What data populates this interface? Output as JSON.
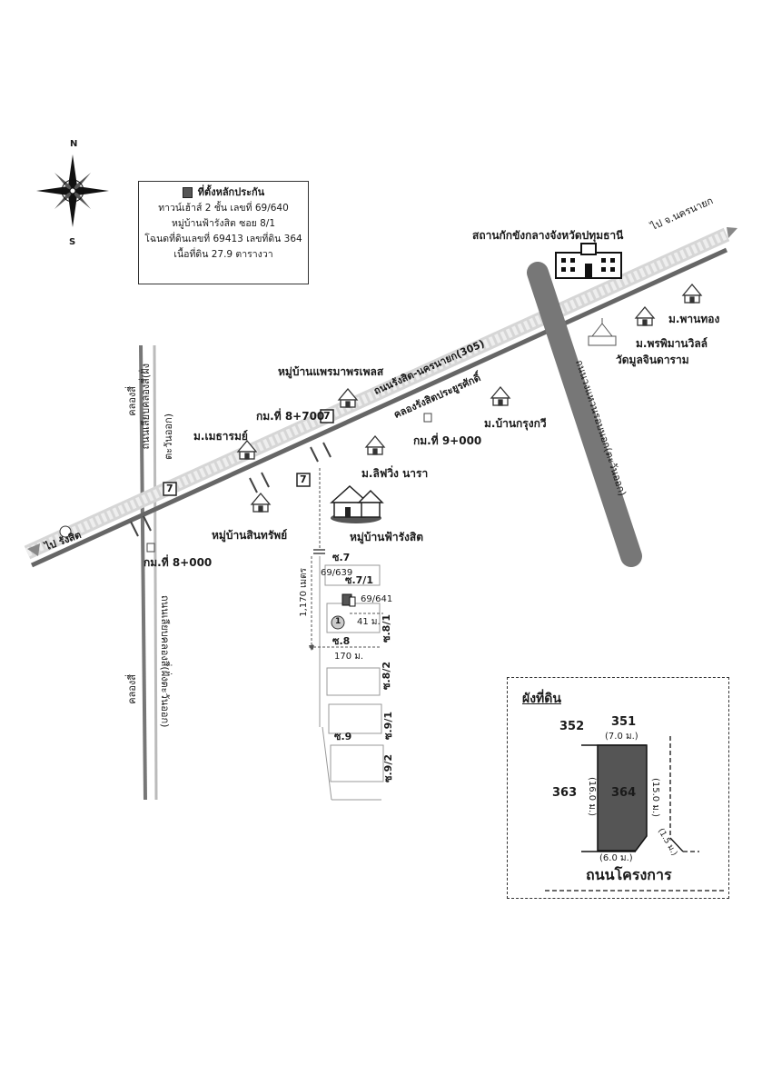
{
  "compass": {
    "north": "N",
    "south": "S",
    "icon": "compass-rose-icon"
  },
  "legend": {
    "title": "ที่ตั้งหลักประกัน",
    "lines": [
      "ทาวน์เฮ้าส์ 2 ชั้น  เลขที่ 69/640",
      "หมู่บ้านฟ้ารังสิต ซอย 8/1",
      "โฉนดที่ดินเลขที่ 69413 เลขที่ดิน 364",
      "เนื้อที่ดิน 27.9 ตารางวา"
    ],
    "swatch_color": "#555555"
  },
  "labels": {
    "prison": "สถานกักขังกลางจังหวัดปทุมธานี",
    "to_nakhon_nayok": "ไป จ.นครนายก",
    "to_rangsit": "ไป รังสิต",
    "ban_phanthong": "ม.พานทอง",
    "ban_phimanvilla": "ม.พรพิมานวิลล์",
    "wat": "วัดมูลจินดาราม",
    "ban_phraemaplace": "หมู่บ้านแพรมาพรเพลส",
    "road_305": "ถนนรังสิต-นครนายก(305)",
    "canal_rangsit": "คลองรังสิตประยูรศักดิ์",
    "km_8700": "กม.ที่ 8+700",
    "km_9000": "กม.ที่ 9+000",
    "ban_krungkawee": "ม.บ้านกรุงกวี",
    "ban_metharom": "ม.เมธารมย์",
    "ban_living_nara": "ม.ลิฟวิ่ง นารา",
    "ban_fah_rangsit": "หมู่บ้านฟ้ารังสิต",
    "ban_sinsap": "หมู่บ้านสินทรัพย์",
    "km_8000": "กม.ที่ 8+000",
    "klong_si_top": "คลองสี่",
    "klong_si_bottom": "คลองสี่",
    "road_east_top": "ถนนเลียบคลองสี่(ฝั่ง",
    "road_east_top2": "ตะวันออก)",
    "road_east_bottom": "ถนนเลียบคลองสี่(ฝั่งตะวันออก)",
    "ring_road": "ถนนวงแหวนรอบนอก(ตะวันออก)",
    "dist_1170": "1,170 เมตร",
    "dist_170": "170 ม.",
    "dist_41": "41 ม.",
    "soi_7": "ซ.7",
    "soi_7_1": "ซ.7/1",
    "soi_8": "ซ.8",
    "soi_8_1": "ซ.8/1",
    "soi_8_2": "ซ.8/2",
    "soi_9": "ซ.9",
    "soi_9_1": "ซ.9/1",
    "soi_9_2": "ซ.9/2",
    "house_639": "69/639",
    "house_641": "69/641",
    "marker_1": "1",
    "seven_eleven": "7"
  },
  "plot": {
    "title": "ผังที่ดิน",
    "parcel_352": "352",
    "parcel_351": "351",
    "parcel_363": "363",
    "parcel_364": "364",
    "dim_top": "(7.0 ม.)",
    "dim_left": "(16.0 ม.)",
    "dim_right": "(15.0 ม.)",
    "dim_corner": "(1.5 ม.)",
    "dim_bottom": "(6.0 ม.)",
    "road": "ถนนโครงการ",
    "parcel_color": "#555555"
  }
}
